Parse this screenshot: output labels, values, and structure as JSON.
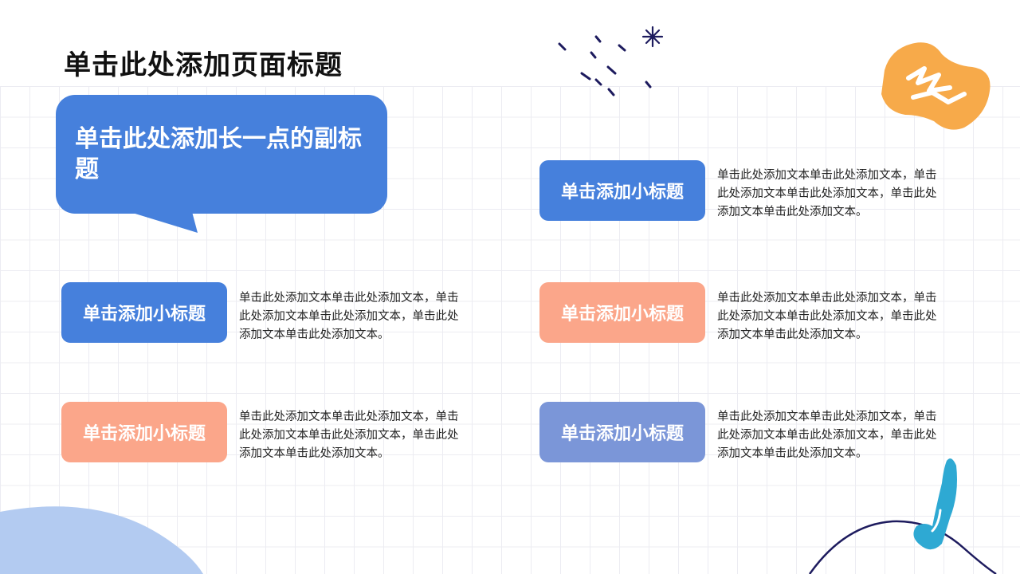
{
  "page_title": "单击此处添加页面标题",
  "subtitle": "单击此处添加长一点的副标题",
  "colors": {
    "blue": "#4680dc",
    "salmon": "#fba68a",
    "periwinkle": "#7b96d8",
    "orange": "#f7aa4a",
    "teal": "#2ea9d3",
    "navy": "#1d1b5e",
    "light_blue": "#b3cbf1"
  },
  "items": [
    {
      "tag": "单击添加小标题",
      "text": "单击此处添加文本单击此处添加文本，单击此处添加文本单击此处添加文本，单击此处添加文本单击此处添加文本。",
      "color": "blue"
    },
    {
      "tag": "单击添加小标题",
      "text": "单击此处添加文本单击此处添加文本，单击此处添加文本单击此处添加文本，单击此处添加文本单击此处添加文本。",
      "color": "salmon"
    },
    {
      "tag": "单击添加小标题",
      "text": "单击此处添加文本单击此处添加文本，单击此处添加文本单击此处添加文本，单击此处添加文本单击此处添加文本。",
      "color": "blue"
    },
    {
      "tag": "单击添加小标题",
      "text": "单击此处添加文本单击此处添加文本，单击此处添加文本单击此处添加文本，单击此处添加文本单击此处添加文本。",
      "color": "salmon"
    },
    {
      "tag": "单击添加小标题",
      "text": "单击此处添加文本单击此处添加文本，单击此处添加文本单击此处添加文本，单击此处添加文本单击此处添加文本。",
      "color": "periwinkle"
    }
  ]
}
